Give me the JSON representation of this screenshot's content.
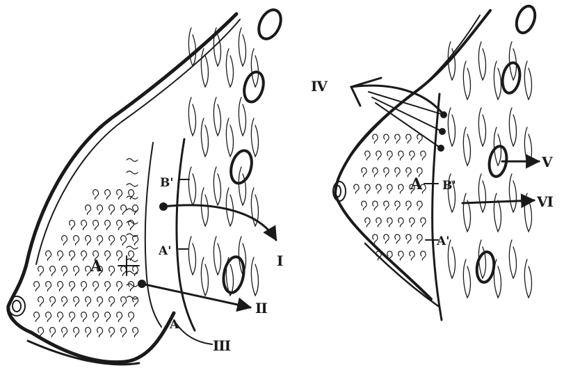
{
  "left_figure": {
    "labels": {
      "A": "A",
      "A_prime": "A'",
      "B_prime": "B'",
      "small_a": "A",
      "roman_I": "I",
      "roman_II": "II",
      "roman_III": "III"
    }
  },
  "right_figure": {
    "labels": {
      "A": "A",
      "A_prime": "A'",
      "B_prime": "B'",
      "roman_IV": "IV",
      "roman_V": "V",
      "roman_VI": "VI"
    }
  },
  "colors": {
    "ink": "#1a1a1a",
    "paper": "#ffffff"
  }
}
